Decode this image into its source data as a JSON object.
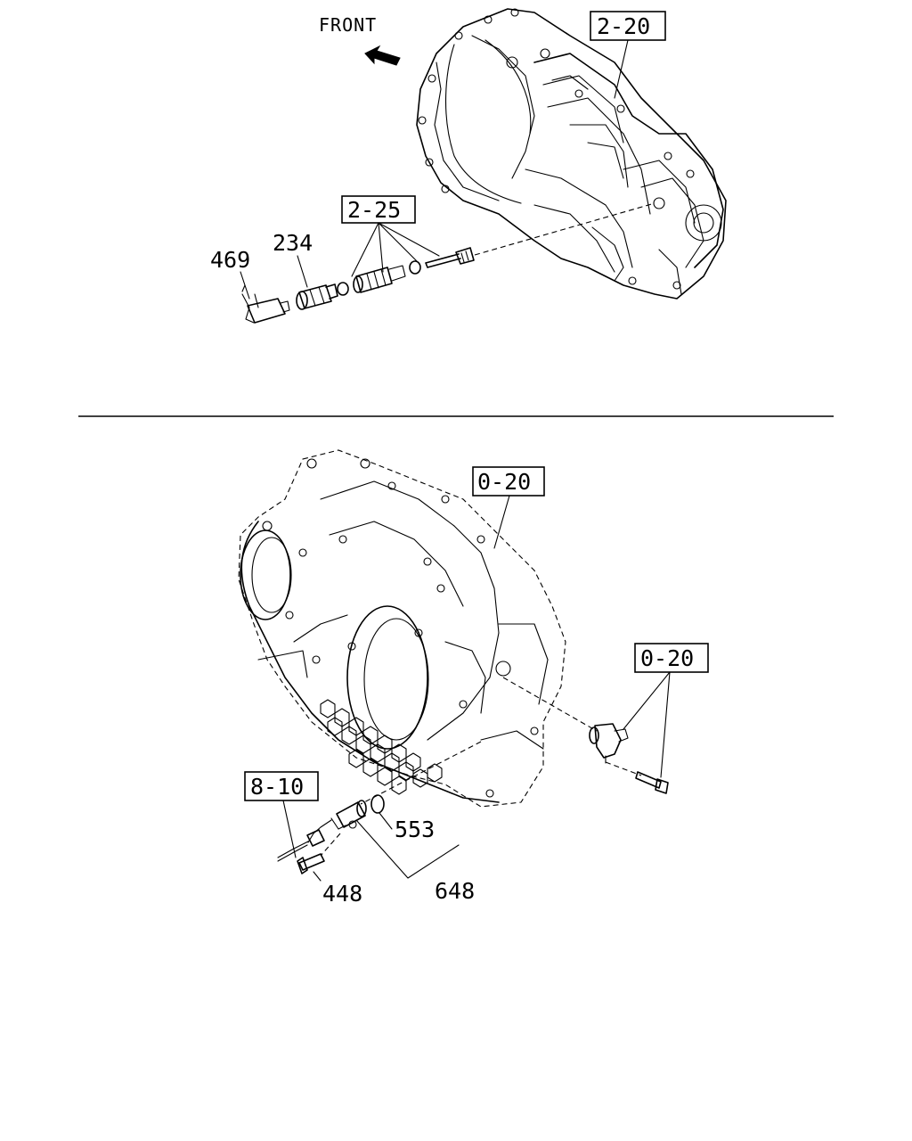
{
  "front_indicator": {
    "label": "FRONT"
  },
  "top_assembly": {
    "ref_main": "2-20",
    "ref_sub": "2-25",
    "parts": {
      "p469": "469",
      "p234": "234"
    }
  },
  "bottom_assembly": {
    "ref_main": "0-20",
    "ref_sensor": "0-20",
    "ref_harness": "8-10",
    "parts": {
      "p553": "553",
      "p648": "648",
      "p448": "448"
    }
  }
}
